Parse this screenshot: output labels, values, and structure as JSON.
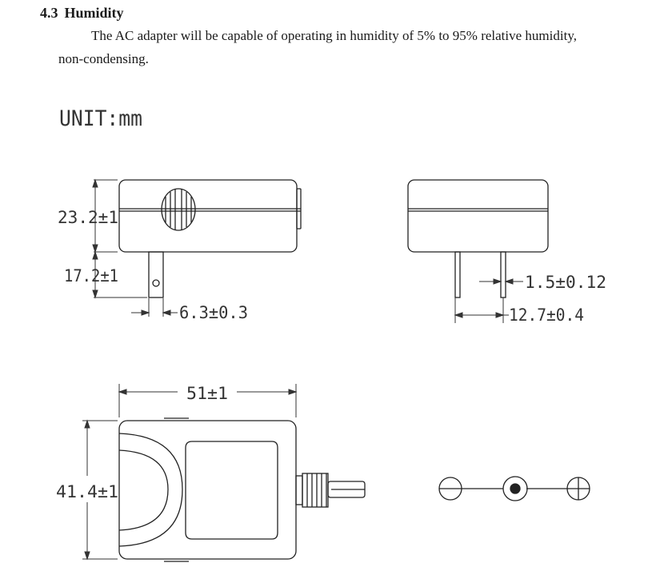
{
  "section": {
    "number": "4.3",
    "title": "Humidity"
  },
  "paragraph": {
    "line1": "The AC adapter will be capable of operating in humidity of 5% to 95% relative humidity,",
    "line2": "non-condensing."
  },
  "drawing": {
    "unit_label": "UNIT:mm",
    "dimensions": {
      "body_height": "23.2±1",
      "pin_length": "17.2±1",
      "pin_width": "6.3±0.3",
      "pin_thickness": "1.5±0.12",
      "pin_spacing": "12.7±0.4",
      "body_width": "51±1",
      "body_depth": "41.4±1"
    }
  }
}
